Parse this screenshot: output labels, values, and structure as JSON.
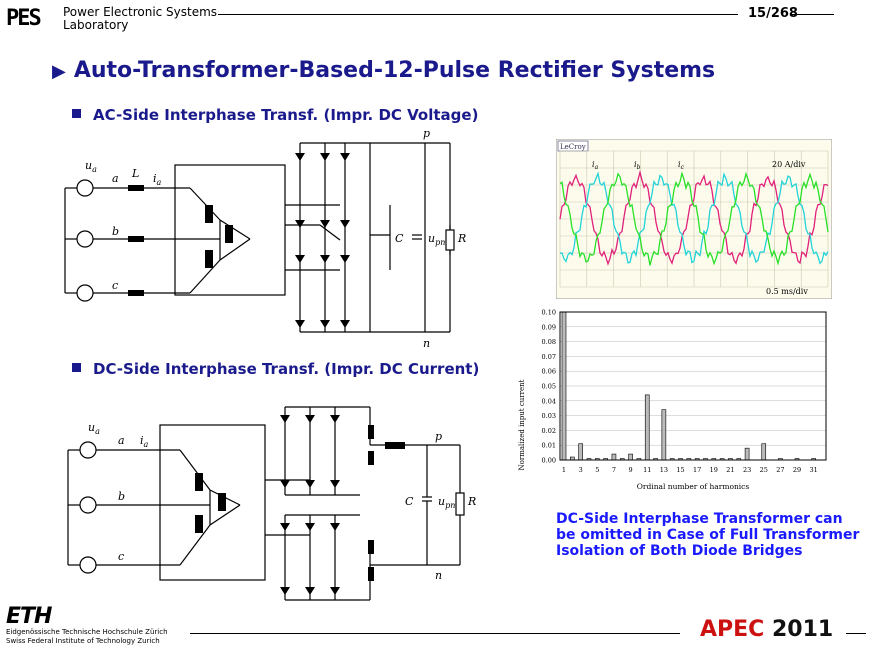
{
  "header": {
    "logo_text": "PES",
    "lab_line1": "Power Electronic Systems",
    "lab_line2": "Laboratory",
    "page_number": "15/268"
  },
  "slide": {
    "title": "Auto-Transformer-Based-12-Pulse Rectifier Systems",
    "section1": "AC-Side Interphase Transf. (Impr. DC Voltage)",
    "section2": "DC-Side Interphase Transf. (Impr. DC Current)",
    "note_line1": "DC-Side Interphase Transformer can",
    "note_line2": "be omitted in Case of Full Transformer",
    "note_line3": "Isolation of Both Diode Bridges"
  },
  "circuit1": {
    "labels": {
      "ua": "u",
      "ua_sub": "a",
      "a": "a",
      "L": "L",
      "ia": "i",
      "ia_sub": "a",
      "b": "b",
      "c": "c",
      "p": "p",
      "n": "n",
      "C": "C",
      "upn": "u",
      "upn_sub": "pn",
      "R": "R",
      "plus": "+",
      "minus": "-"
    }
  },
  "circuit2": {
    "labels": {
      "ua": "u",
      "ua_sub": "a",
      "a": "a",
      "ia": "i",
      "ia_sub": "a",
      "b": "b",
      "c": "c",
      "p": "p",
      "n": "n",
      "C": "C",
      "upn": "u",
      "upn_sub": "pn",
      "R": "R",
      "plus": "+",
      "minus": "-"
    }
  },
  "scope": {
    "brand": "LeCroy",
    "ch_a": "i",
    "ch_a_sub": "a",
    "ch_b": "i",
    "ch_b_sub": "b",
    "ch_c": "i",
    "ch_c_sub": "c",
    "vdiv": "20 A/div",
    "tdiv": "0.5 ms/div",
    "colors": {
      "a": "#e0207a",
      "b": "#22d3d8",
      "c": "#28e028"
    }
  },
  "chart_data": {
    "type": "bar",
    "ylabel": "Normalized input current",
    "xlabel": "Ordinal number of harmonics",
    "ylim": [
      0,
      0.1
    ],
    "yticks": [
      "0.00",
      "0.01",
      "0.02",
      "0.03",
      "0.04",
      "0.05",
      "0.06",
      "0.07",
      "0.08",
      "0.09",
      "0.10"
    ],
    "xticks": [
      "1",
      "3",
      "5",
      "7",
      "9",
      "11",
      "13",
      "15",
      "17",
      "19",
      "21",
      "23",
      "25",
      "27",
      "29",
      "31"
    ],
    "harmonics": [
      1,
      2,
      3,
      4,
      5,
      6,
      7,
      8,
      9,
      10,
      11,
      12,
      13,
      14,
      15,
      16,
      17,
      18,
      19,
      20,
      21,
      22,
      23,
      25,
      27,
      29,
      31
    ],
    "values": [
      0.1,
      0.002,
      0.011,
      0.001,
      0.001,
      0.001,
      0.004,
      0.001,
      0.004,
      0.001,
      0.044,
      0.001,
      0.034,
      0.001,
      0.001,
      0.001,
      0.001,
      0.001,
      0.001,
      0.001,
      0.001,
      0.001,
      0.008,
      0.011,
      0.001,
      0.001,
      0.001
    ]
  },
  "footer": {
    "eth": "ETH",
    "eth_line1": "Eidgenössische Technische Hochschule Zürich",
    "eth_line2": "Swiss Federal Institute of Technology Zurich",
    "apec": "APEC",
    "year": "2011"
  }
}
